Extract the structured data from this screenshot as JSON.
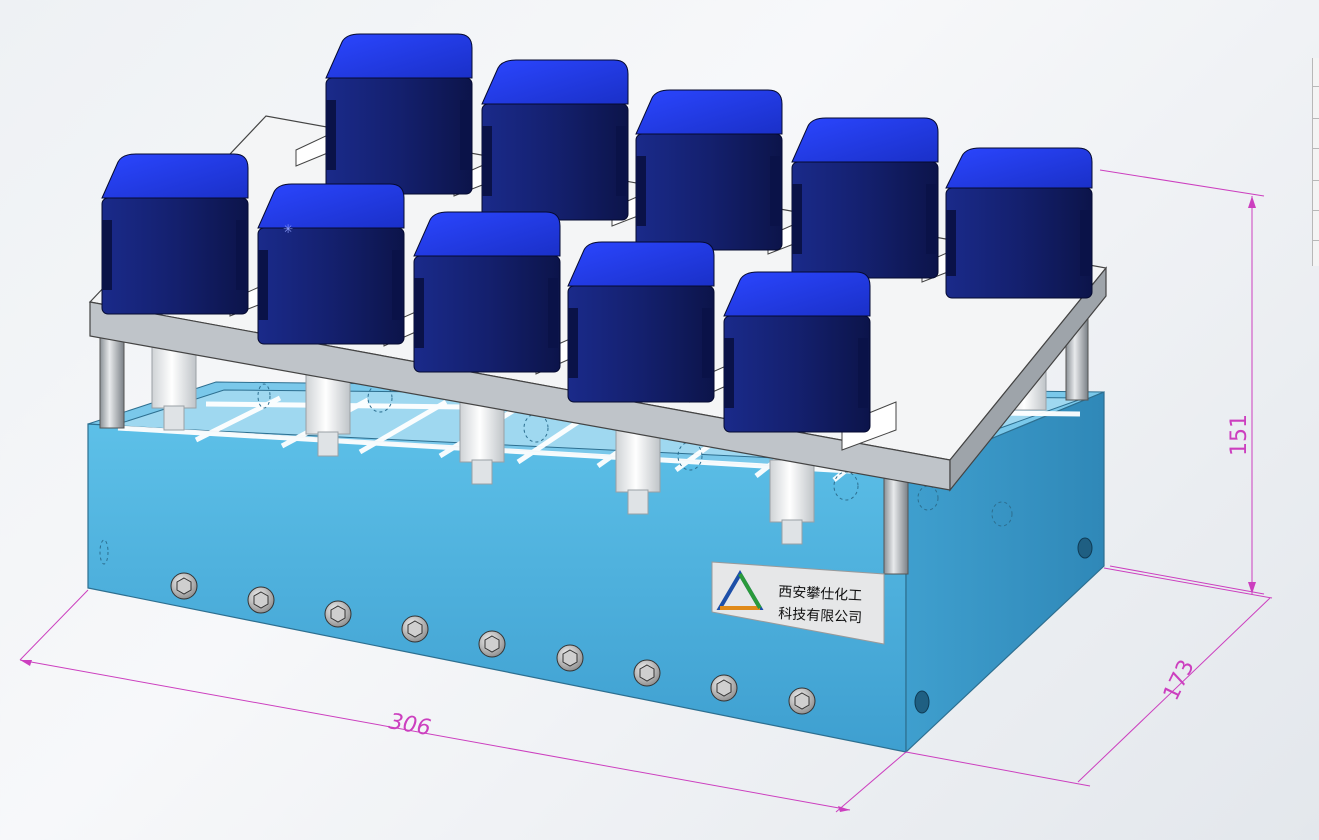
{
  "dimensions": {
    "length_label": "306",
    "width_label": "173",
    "height_label": "151"
  },
  "logo": {
    "line1": "西安攀仕化工",
    "line2": "科技有限公司"
  },
  "counts": {
    "motors": 10,
    "front_bolts": 9
  },
  "colors": {
    "background": "#eef1f4",
    "base_box": "#4fb3dd",
    "motor_blue": "#1c2fc0",
    "motor_dark": "#0f1a6e",
    "plate": "#f3f3f3",
    "dimension_line": "#cc3fbf"
  },
  "icons": {
    "logo": "triangle-logo-icon",
    "bolt": "hex-bolt-icon"
  }
}
